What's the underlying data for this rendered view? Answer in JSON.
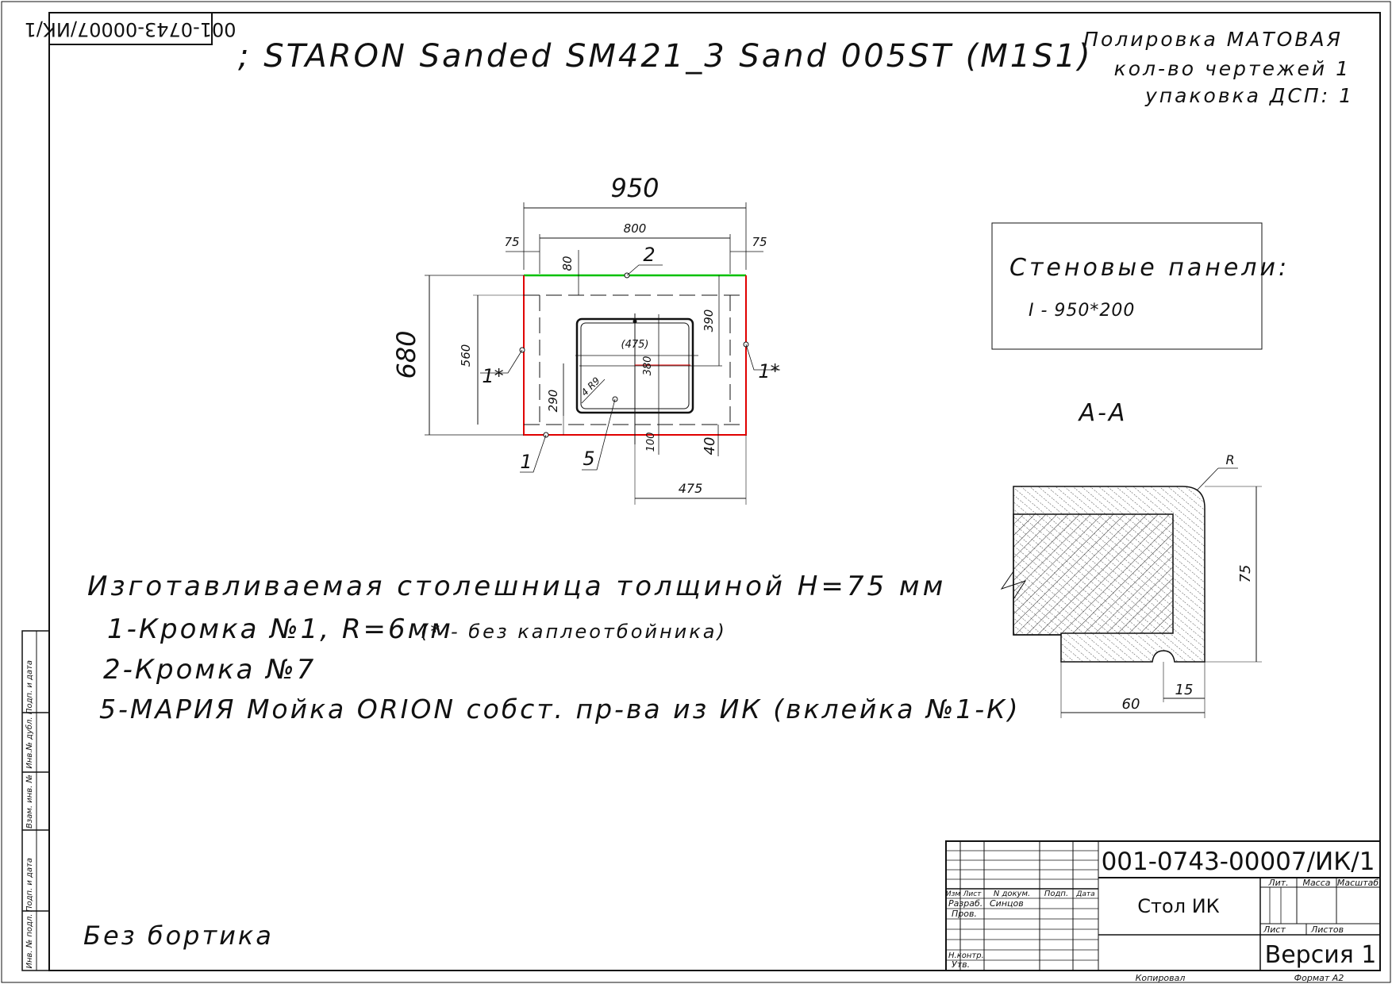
{
  "stamp_code": "001-0743-00007/ИК/1",
  "material": "; STARON Sanded SM421_3 Sand 005ST (M1S1)",
  "info": [
    "Полировка МАТОВАЯ",
    "кол-во чертежей 1",
    "упаковка ДСП: 1"
  ],
  "plan": {
    "dim_total_width": "950",
    "dim_inner_width": "800",
    "dim_left_offset": "75",
    "dim_right_offset": "75",
    "dim_height": "680",
    "dim_back_strip": "80",
    "dim_560": "560",
    "dim_290": "290",
    "dim_390": "390",
    "dim_380": "380",
    "dim_475_sink": "(475)",
    "dim_radius": "4 R9",
    "dim_100": "100",
    "dim_40": "40",
    "dim_475_bottom": "475",
    "callouts": [
      "2",
      "1*",
      "1*",
      "1",
      "5"
    ]
  },
  "wall_panels": {
    "title": "Стеновые панели:",
    "item": "I - 950*200"
  },
  "section": {
    "title": "A-A",
    "radius_label": "R",
    "dim_height": "75",
    "dim_width": "60",
    "dim_gap": "15"
  },
  "notes": [
    "Изготавливаемая столешница толщиной H=75 мм",
    "1-Кромка №1, R=6мм",
    "(* - без каплеотбойника)",
    "2-Кромка №7",
    "5-МАРИЯ Мойка ORION собст. пр-ва из ИК (вклейка №1-К)"
  ],
  "no_edge": "Без бортика",
  "side_strip": [
    "Подп. и дата",
    "Инв.№ дубл.",
    "Взам. инв. №",
    "Подп. и дата",
    "Инв. № подл."
  ],
  "title_block": {
    "code": "001-0743-00007/ИК/1",
    "headers": [
      "Изм",
      "Лист",
      "N докум.",
      "Подп.",
      "Дата"
    ],
    "roles": [
      "Разраб.",
      "Пров.",
      "Н.контр.",
      "Утв."
    ],
    "developer": "Синцов",
    "name": "Стол ИК",
    "col_labels": [
      "Лит.",
      "Масса",
      "Масштаб"
    ],
    "sheet_label": "Лист",
    "sheets_label": "Листов",
    "version": "Версия 1",
    "copied": "Копировал",
    "format": "Формат A2"
  }
}
